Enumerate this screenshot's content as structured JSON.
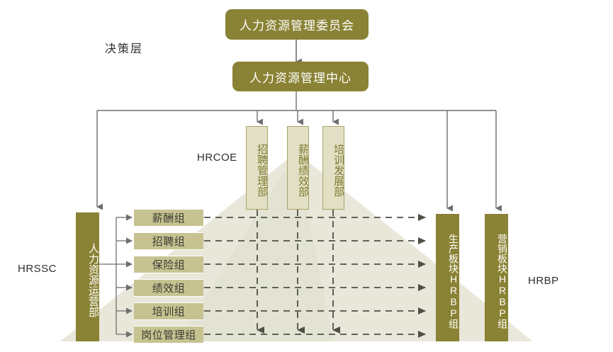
{
  "diagram": {
    "title_label": "决策层",
    "background_shape": "pyramid-triangle"
  },
  "top_nodes": [
    {
      "id": "committee",
      "label": "人力资源管理委员会"
    },
    {
      "id": "center",
      "label": "人力资源管理中心"
    }
  ],
  "coe": {
    "caption": "HRCOE",
    "boxes": [
      {
        "id": "recruit-mgmt",
        "label": "招聘管理部"
      },
      {
        "id": "comp-perf",
        "label": "薪酬绩效部"
      },
      {
        "id": "train-dev",
        "label": "培训发展部"
      }
    ]
  },
  "ssc": {
    "caption": "HRSSC",
    "trunk": {
      "id": "hr-operations",
      "label": "人力资源运营部"
    },
    "groups": [
      {
        "id": "comp-group",
        "label": "薪酬组"
      },
      {
        "id": "recruit-group",
        "label": "招聘组"
      },
      {
        "id": "insurance-group",
        "label": "保险组"
      },
      {
        "id": "perf-group",
        "label": "绩效组"
      },
      {
        "id": "training-group",
        "label": "培训组"
      },
      {
        "id": "position-mgmt-group",
        "label": "岗位管理组"
      }
    ]
  },
  "bp": {
    "caption": "HRBP",
    "boxes": [
      {
        "id": "production-bp",
        "label": "生产板块HRBP组"
      },
      {
        "id": "marketing-bp",
        "label": "营销板块HRBP组"
      }
    ]
  },
  "colors": {
    "dark_olive": "#8a8234",
    "khaki": "#c6c391",
    "light_cream": "#e2e0c4",
    "coe_border": "#a9a46a",
    "coe_text": "#7f7a33",
    "triangle_fill": "#e8e7da",
    "triangle_shadow": "#dedcca",
    "connector": "#6e6e6e",
    "dashed": "#5a5a52",
    "text_dark": "#2f2f2f",
    "white": "#ffffff"
  }
}
